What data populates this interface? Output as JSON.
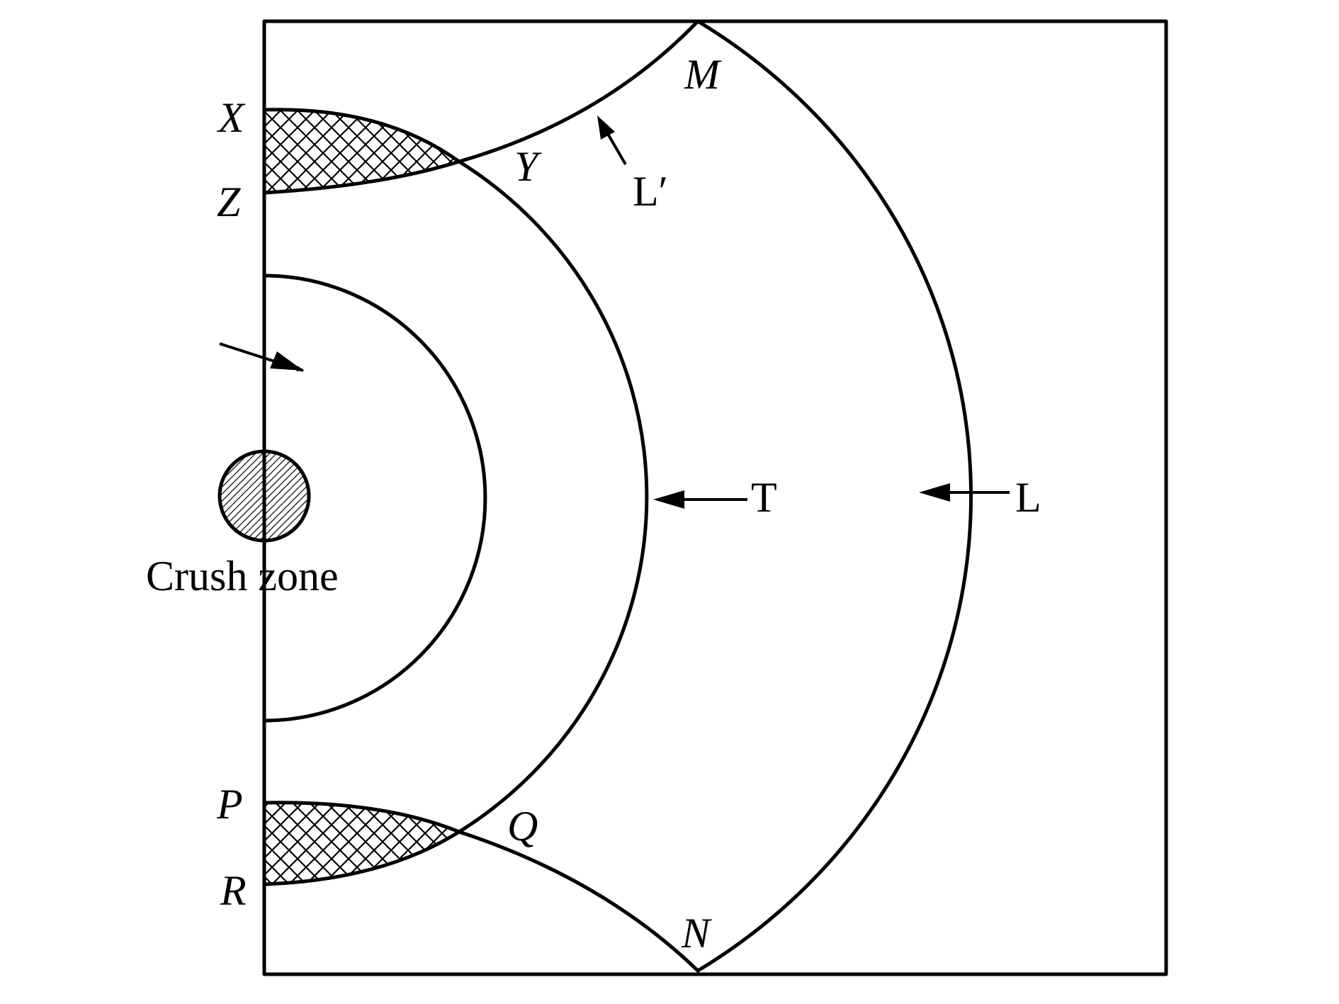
{
  "labels": {
    "x": "X",
    "z": "Z",
    "y": "Y",
    "m": "M",
    "l_prime": "L′",
    "t": "T",
    "l": "L",
    "p": "P",
    "q": "Q",
    "r": "R",
    "n": "N",
    "crush_zone": "Crush zone"
  },
  "colors": {
    "line": "#000000",
    "background": "#ffffff",
    "hatch": "#000000"
  }
}
